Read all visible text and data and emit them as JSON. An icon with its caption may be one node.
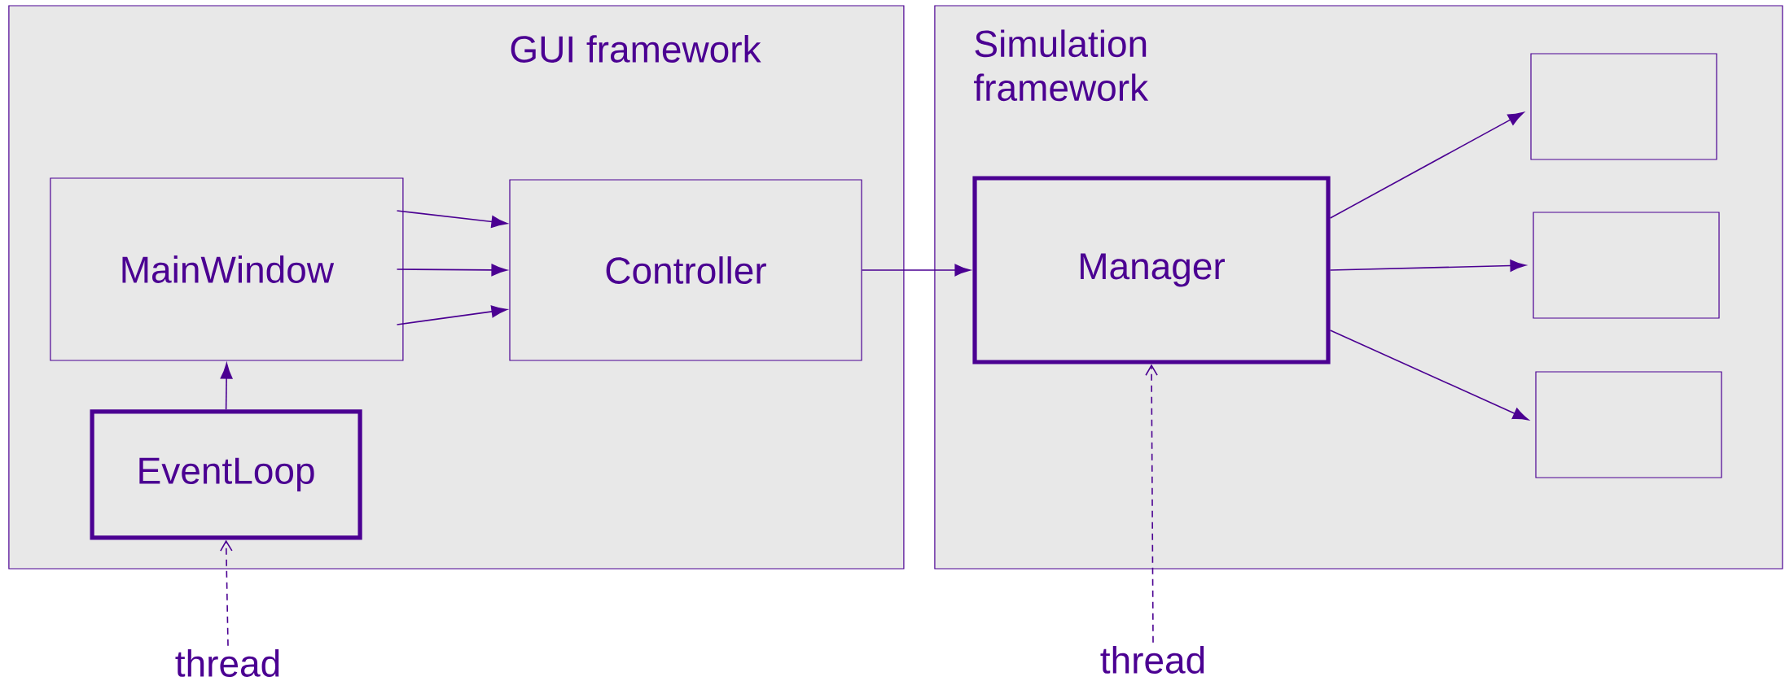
{
  "diagram": {
    "nodes": [
      {
        "text": [
          "GUI framework"
        ]
      },
      {
        "text": [
          "MainWindow"
        ],
        "in": 0
      },
      {
        "text": [
          "Controller"
        ],
        "in": 0
      },
      {
        "text": [
          "EventLoop"
        ],
        "in": 0
      },
      {
        "text": [
          "Simulation framework"
        ]
      },
      {
        "text": [
          "Manager"
        ],
        "in": 4
      },
      {
        "text": [],
        "shape": "box",
        "in": 4
      },
      {
        "text": [],
        "shape": "box",
        "in": 4
      },
      {
        "text": [],
        "shape": "box",
        "in": 4
      },
      {
        "text": [
          "thread"
        ]
      },
      {
        "text": [
          "thread"
        ]
      }
    ],
    "edges": [
      {
        "from": 1,
        "to": 2,
        "arrow": "to"
      },
      {
        "from": 1,
        "to": 2,
        "arrow": "to"
      },
      {
        "from": 1,
        "to": 2,
        "arrow": "to"
      },
      {
        "from": 3,
        "to": 1,
        "arrow": "to"
      },
      {
        "from": 2,
        "to": 5,
        "arrow": "to"
      },
      {
        "from": 5,
        "to": 6,
        "arrow": "to"
      },
      {
        "from": 5,
        "to": 7,
        "arrow": "to"
      },
      {
        "from": 5,
        "to": 8,
        "arrow": "to"
      },
      {
        "from": 9,
        "to": 3,
        "arrow": "to",
        "style": "dashed"
      },
      {
        "from": 10,
        "to": 5,
        "arrow": "to",
        "style": "dashed"
      }
    ]
  }
}
